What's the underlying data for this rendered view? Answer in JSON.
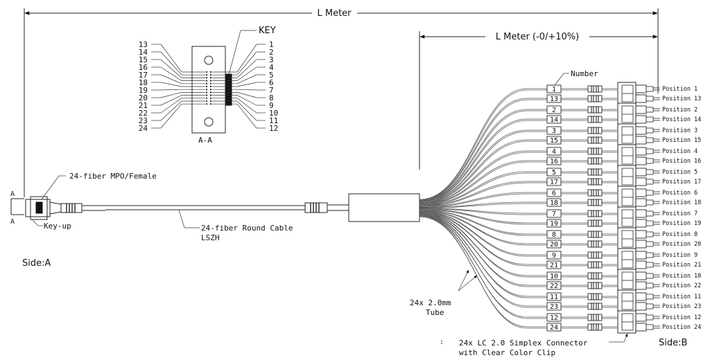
{
  "dimensions": {
    "total_length": "L Meter",
    "breakout_length": "L Meter (-0/+10%)"
  },
  "section_view": {
    "key_label": "KEY",
    "section_label": "A-A",
    "left_numbers": [
      "13",
      "14",
      "15",
      "16",
      "17",
      "18",
      "19",
      "20",
      "21",
      "22",
      "23",
      "24"
    ],
    "right_numbers": [
      "1",
      "2",
      "3",
      "4",
      "5",
      "6",
      "7",
      "8",
      "9",
      "10",
      "11",
      "12"
    ]
  },
  "side_a": {
    "connector_label": "24-fiber MPO/Female",
    "key_up_label": "Key-up",
    "section_mark": "A",
    "cable_label_1": "24-fiber Round Cable",
    "cable_label_2": "LSZH",
    "side_label": "Side:A"
  },
  "side_b": {
    "number_label": "Number",
    "tube_label_1": "24x 2.0mm",
    "tube_label_2": "Tube",
    "connector_label_1": "24x LC 2.0 Simplex Connector",
    "connector_label_2": "with Clear Color Clip",
    "side_label": "Side:B",
    "stray_mark": ":",
    "pairs": [
      {
        "tag_a": "1",
        "tag_b": "13",
        "pos_a": "Position 1",
        "pos_b": "Position 13"
      },
      {
        "tag_a": "2",
        "tag_b": "14",
        "pos_a": "Position 2",
        "pos_b": "Position 14"
      },
      {
        "tag_a": "3",
        "tag_b": "15",
        "pos_a": "Position 3",
        "pos_b": "Position 15"
      },
      {
        "tag_a": "4",
        "tag_b": "16",
        "pos_a": "Position 4",
        "pos_b": "Position 16"
      },
      {
        "tag_a": "5",
        "tag_b": "17",
        "pos_a": "Position 5",
        "pos_b": "Position 17"
      },
      {
        "tag_a": "6",
        "tag_b": "18",
        "pos_a": "Position 6",
        "pos_b": "Position 18"
      },
      {
        "tag_a": "7",
        "tag_b": "19",
        "pos_a": "Position 7",
        "pos_b": "Position 19"
      },
      {
        "tag_a": "8",
        "tag_b": "20",
        "pos_a": "Position 8",
        "pos_b": "Position 20"
      },
      {
        "tag_a": "9",
        "tag_b": "21",
        "pos_a": "Position 9",
        "pos_b": "Position 21"
      },
      {
        "tag_a": "10",
        "tag_b": "22",
        "pos_a": "Position 10",
        "pos_b": "Position 22"
      },
      {
        "tag_a": "11",
        "tag_b": "23",
        "pos_a": "Position 11",
        "pos_b": "Position 23"
      },
      {
        "tag_a": "12",
        "tag_b": "24",
        "pos_a": "Position 12",
        "pos_b": "Position 24"
      }
    ]
  }
}
